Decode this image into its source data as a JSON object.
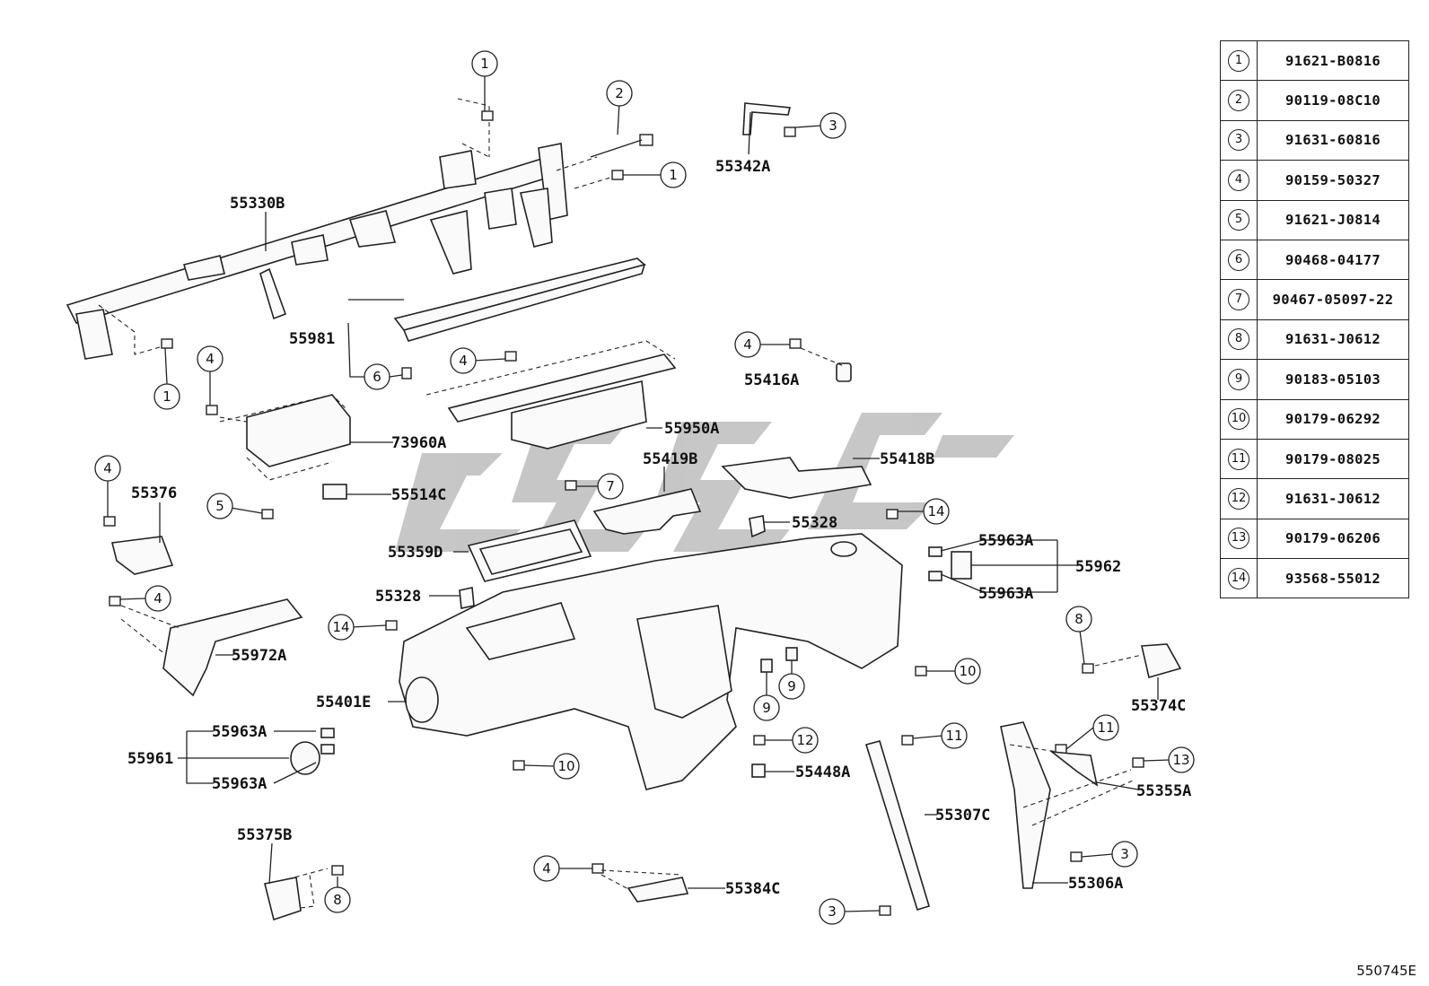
{
  "legend": [
    {
      "idx": "1",
      "code": "91621-B0816"
    },
    {
      "idx": "2",
      "code": "90119-08C10"
    },
    {
      "idx": "3",
      "code": "91631-60816"
    },
    {
      "idx": "4",
      "code": "90159-50327"
    },
    {
      "idx": "5",
      "code": "91621-J0814"
    },
    {
      "idx": "6",
      "code": "90468-04177"
    },
    {
      "idx": "7",
      "code": "90467-05097-22"
    },
    {
      "idx": "8",
      "code": "91631-J0612"
    },
    {
      "idx": "9",
      "code": "90183-05103"
    },
    {
      "idx": "10",
      "code": "90179-06292"
    },
    {
      "idx": "11",
      "code": "90179-08025"
    },
    {
      "idx": "12",
      "code": "91631-J0612"
    },
    {
      "idx": "13",
      "code": "90179-06206"
    },
    {
      "idx": "14",
      "code": "93568-55012"
    }
  ],
  "parts": [
    {
      "id": "p1",
      "label": "55330B"
    },
    {
      "id": "p2",
      "label": "55342A"
    },
    {
      "id": "p3",
      "label": "55981"
    },
    {
      "id": "p4",
      "label": "55416A"
    },
    {
      "id": "p5",
      "label": "73960A"
    },
    {
      "id": "p6",
      "label": "55950A"
    },
    {
      "id": "p7",
      "label": "55514C"
    },
    {
      "id": "p8",
      "label": "55419B"
    },
    {
      "id": "p9",
      "label": "55418B"
    },
    {
      "id": "p10",
      "label": "55376"
    },
    {
      "id": "p11",
      "label": "55328"
    },
    {
      "id": "p12",
      "label": "55359D"
    },
    {
      "id": "p13",
      "label": "55963A"
    },
    {
      "id": "p14",
      "label": "55962"
    },
    {
      "id": "p15",
      "label": "55963A"
    },
    {
      "id": "p16",
      "label": "55328"
    },
    {
      "id": "p17",
      "label": "55972A"
    },
    {
      "id": "p18",
      "label": "55401E"
    },
    {
      "id": "p19",
      "label": "55374C"
    },
    {
      "id": "p20",
      "label": "55963A"
    },
    {
      "id": "p21",
      "label": "55961"
    },
    {
      "id": "p22",
      "label": "55963A"
    },
    {
      "id": "p23",
      "label": "55448A"
    },
    {
      "id": "p24",
      "label": "55355A"
    },
    {
      "id": "p25",
      "label": "55307C"
    },
    {
      "id": "p26",
      "label": "55375B"
    },
    {
      "id": "p27",
      "label": "55306A"
    },
    {
      "id": "p28",
      "label": "55384C"
    }
  ],
  "callouts": [
    "1",
    "1",
    "1",
    "2",
    "3",
    "4",
    "6",
    "4",
    "4",
    "4",
    "5",
    "7",
    "14",
    "4",
    "14",
    "8",
    "9",
    "9",
    "10",
    "10",
    "12",
    "11",
    "11",
    "13",
    "3",
    "3",
    "4",
    "8"
  ],
  "diagram_code": "550745E"
}
